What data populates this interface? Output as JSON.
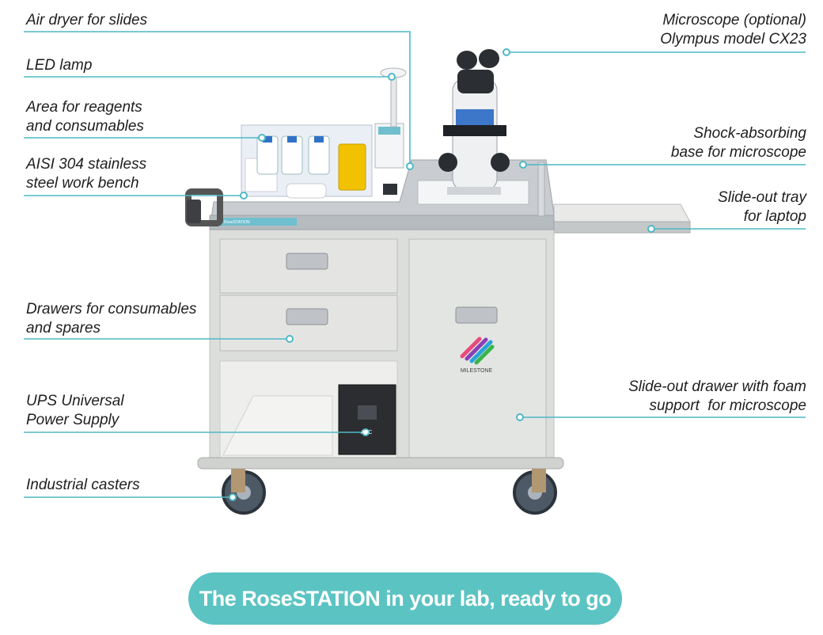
{
  "labels": {
    "air_dryer": "Air dryer for slides",
    "led_lamp": "LED lamp",
    "reagents_line1": "Area for reagents",
    "reagents_line2": "and consumables",
    "bench_line1": "AISI 304 stainless",
    "bench_line2": "steel work bench",
    "drawers_line1": "Drawers for consumables",
    "drawers_line2": "and spares",
    "ups_line1": "UPS Universal",
    "ups_line2": "Power Supply",
    "casters": "Industrial casters",
    "microscope_line1": "Microscope (optional)",
    "microscope_line2": "Olympus model CX23",
    "shock_line1": "Shock-absorbing",
    "shock_line2": "base for microscope",
    "tray_line1": "Slide-out tray",
    "tray_line2": "for laptop",
    "foam_line1": "Slide-out drawer with foam",
    "foam_line2": "support  for microscope"
  },
  "device": {
    "panel_brand": "RoseSTATION",
    "ups_brand": "APC",
    "logo_text": "MILESTONE"
  },
  "cta": {
    "text": "The RoseSTATION in your lab, ready to go"
  },
  "colors": {
    "accent": "#5cc3c3",
    "leader_line": "#4fb8c4",
    "cabinet": "#dcdedb",
    "steel": "#c8ccd0"
  }
}
